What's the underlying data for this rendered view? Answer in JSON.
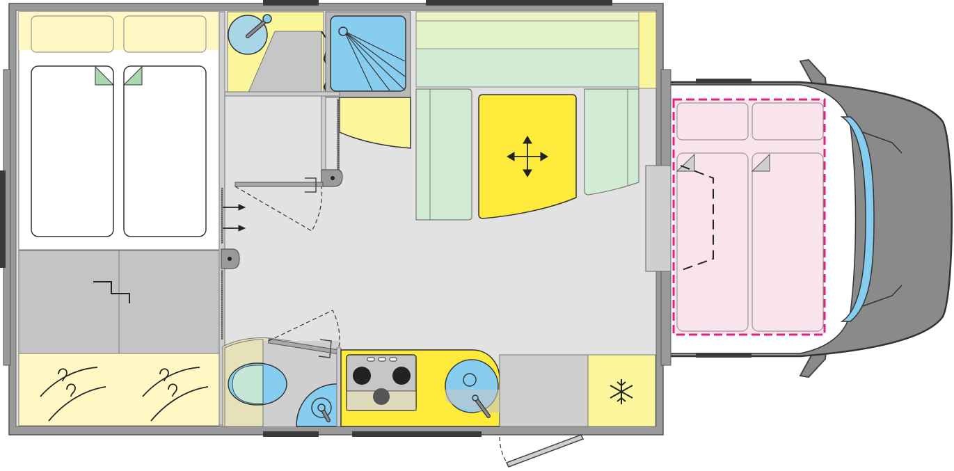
{
  "diagram": {
    "type": "floor-plan",
    "subject": "motorhome",
    "zones": [
      {
        "id": "rear-beds",
        "kind": "twin single beds"
      },
      {
        "id": "rear-storage",
        "kind": "step storage"
      },
      {
        "id": "wardrobe",
        "kind": "wardrobe with hangers"
      },
      {
        "id": "bathroom-sink",
        "kind": "washbasin"
      },
      {
        "id": "shower",
        "kind": "shower tray"
      },
      {
        "id": "toilet-room",
        "kind": "toilet and basin"
      },
      {
        "id": "kitchen",
        "kind": "hob and sink"
      },
      {
        "id": "fridge",
        "kind": "refrigerator"
      },
      {
        "id": "dinette",
        "kind": "seating with movable table"
      },
      {
        "id": "cab-drop-bed",
        "kind": "drop-down bed over cab"
      },
      {
        "id": "cab",
        "kind": "driver cab"
      }
    ],
    "colors": {
      "wall": "#8f8f8f",
      "floor": "#e2e2e2",
      "bed": "#ffffff",
      "pillow": "#fff8c4",
      "yellow": "#fbf59c",
      "bright-yellow": "#fdea3a",
      "green": "#d2ecd4",
      "blue": "#86cdf0",
      "pink": "#f9e3ed",
      "pink-border": "#e0237f",
      "cab": "#8a8a8a",
      "window": "#3a3a3a"
    },
    "icons": [
      "move-arrows-icon",
      "snowflake-icon",
      "hanger-icon",
      "tap-icon",
      "stair-icon"
    ]
  }
}
